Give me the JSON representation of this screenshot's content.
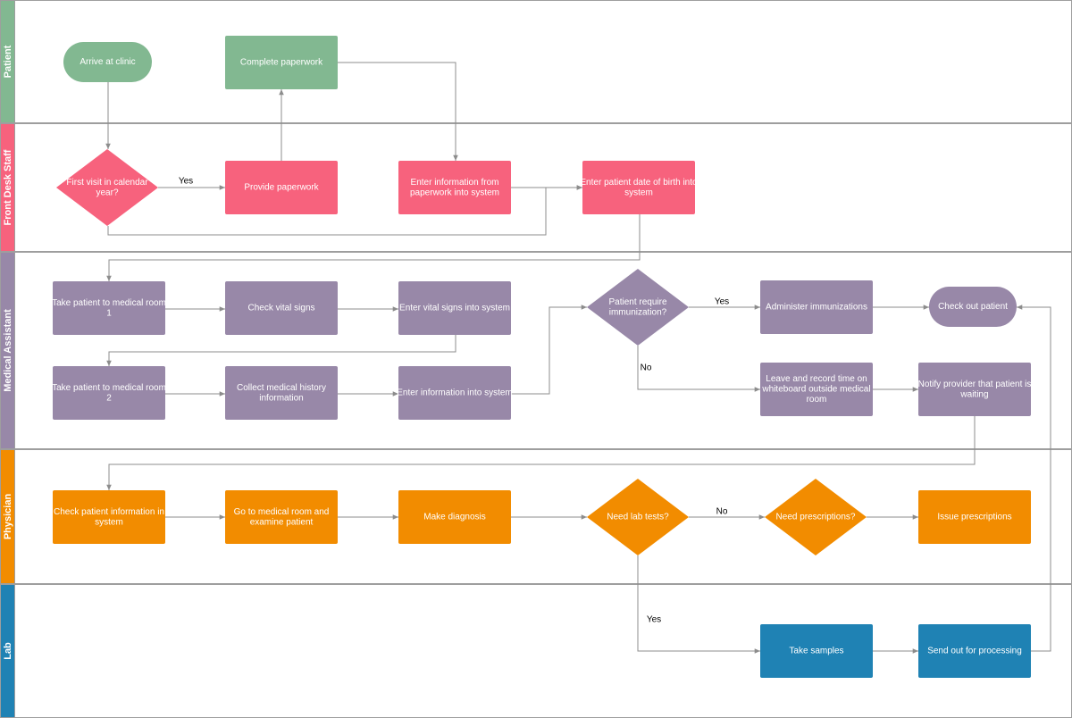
{
  "colors": {
    "patient": "#82b891",
    "front_desk": "#f7627d",
    "medical_assistant": "#9888a8",
    "physician": "#f28c00",
    "lab": "#1f82b4",
    "lane_border": "#9e9e9e",
    "edge": "#8c8c8c"
  },
  "lanes": [
    {
      "id": "patient",
      "label": "Patient"
    },
    {
      "id": "front_desk",
      "label": "Front Desk Staff"
    },
    {
      "id": "medical_assistant",
      "label": "Medical Assistant"
    },
    {
      "id": "physician",
      "label": "Physician"
    },
    {
      "id": "lab",
      "label": "Lab"
    }
  ],
  "nodes": {
    "arrive": {
      "lines": [
        "Arrive at clinic"
      ],
      "shape": "terminal",
      "lane": "patient"
    },
    "complete_paperwork": {
      "lines": [
        "Complete paperwork"
      ],
      "shape": "process",
      "lane": "patient"
    },
    "first_visit": {
      "lines": [
        "First visit in calendar",
        "year?"
      ],
      "shape": "decision",
      "lane": "front_desk"
    },
    "provide_paperwork": {
      "lines": [
        "Provide paperwork"
      ],
      "shape": "process",
      "lane": "front_desk"
    },
    "enter_info_paperwork": {
      "lines": [
        "Enter information from",
        "paperwork into system"
      ],
      "shape": "process",
      "lane": "front_desk"
    },
    "enter_dob": {
      "lines": [
        "Enter patient date of birth into",
        "system"
      ],
      "shape": "process",
      "lane": "front_desk"
    },
    "take_room_1": {
      "lines": [
        "Take patient to medical room",
        "1"
      ],
      "shape": "process",
      "lane": "medical_assistant"
    },
    "check_vitals": {
      "lines": [
        "Check vital signs"
      ],
      "shape": "process",
      "lane": "medical_assistant"
    },
    "enter_vitals": {
      "lines": [
        "Enter vital signs into system"
      ],
      "shape": "process",
      "lane": "medical_assistant"
    },
    "require_immunization": {
      "lines": [
        "Patient require",
        "immunization?"
      ],
      "shape": "decision",
      "lane": "medical_assistant"
    },
    "administer_immunizations": {
      "lines": [
        "Administer immunizations"
      ],
      "shape": "process",
      "lane": "medical_assistant"
    },
    "check_out": {
      "lines": [
        "Check out patient"
      ],
      "shape": "terminal",
      "lane": "medical_assistant"
    },
    "take_room_2": {
      "lines": [
        "Take patient to medical room",
        "2"
      ],
      "shape": "process",
      "lane": "medical_assistant"
    },
    "collect_history": {
      "lines": [
        "Collect medical history",
        "information"
      ],
      "shape": "process",
      "lane": "medical_assistant"
    },
    "enter_info_system": {
      "lines": [
        "Enter information into system"
      ],
      "shape": "process",
      "lane": "medical_assistant"
    },
    "leave_record_time": {
      "lines": [
        "Leave and record time on",
        "whiteboard outside medical",
        "room"
      ],
      "shape": "process",
      "lane": "medical_assistant"
    },
    "notify_provider": {
      "lines": [
        "Notify provider that patient is",
        "waiting"
      ],
      "shape": "process",
      "lane": "medical_assistant"
    },
    "check_patient_info": {
      "lines": [
        "Check patient information in",
        "system"
      ],
      "shape": "process",
      "lane": "physician"
    },
    "go_to_room": {
      "lines": [
        "Go to medical room and",
        "examine patient"
      ],
      "shape": "process",
      "lane": "physician"
    },
    "make_diagnosis": {
      "lines": [
        "Make diagnosis"
      ],
      "shape": "process",
      "lane": "physician"
    },
    "need_lab_tests": {
      "lines": [
        "Need lab tests?"
      ],
      "shape": "decision",
      "lane": "physician"
    },
    "need_prescriptions": {
      "lines": [
        "Need prescriptions?"
      ],
      "shape": "decision",
      "lane": "physician"
    },
    "issue_prescriptions": {
      "lines": [
        "Issue prescriptions"
      ],
      "shape": "process",
      "lane": "physician"
    },
    "take_samples": {
      "lines": [
        "Take samples"
      ],
      "shape": "process",
      "lane": "lab"
    },
    "send_out": {
      "lines": [
        "Send out for processing"
      ],
      "shape": "process",
      "lane": "lab"
    }
  },
  "edges": [
    {
      "id": "arrive_to_first_visit",
      "from": "arrive",
      "to": "first_visit",
      "label": ""
    },
    {
      "id": "first_visit_yes",
      "from": "first_visit",
      "to": "provide_paperwork",
      "label": "Yes"
    },
    {
      "id": "first_visit_no",
      "from": "first_visit",
      "to": "enter_dob",
      "label": ""
    },
    {
      "id": "provide_to_complete",
      "from": "provide_paperwork",
      "to": "complete_paperwork",
      "label": ""
    },
    {
      "id": "complete_to_enter_info",
      "from": "complete_paperwork",
      "to": "enter_info_paperwork",
      "label": ""
    },
    {
      "id": "enter_info_to_dob",
      "from": "enter_info_paperwork",
      "to": "enter_dob",
      "label": ""
    },
    {
      "id": "dob_to_room_1",
      "from": "enter_dob",
      "to": "take_room_1",
      "label": ""
    },
    {
      "id": "room_1_to_vitals",
      "from": "take_room_1",
      "to": "check_vitals",
      "label": ""
    },
    {
      "id": "vitals_to_enter_vitals",
      "from": "check_vitals",
      "to": "enter_vitals",
      "label": ""
    },
    {
      "id": "enter_vitals_to_room_2",
      "from": "enter_vitals",
      "to": "take_room_2",
      "label": ""
    },
    {
      "id": "room_2_to_history",
      "from": "take_room_2",
      "to": "collect_history",
      "label": ""
    },
    {
      "id": "history_to_enter_info",
      "from": "collect_history",
      "to": "enter_info_system",
      "label": ""
    },
    {
      "id": "enter_info_to_immunization",
      "from": "enter_info_system",
      "to": "require_immunization",
      "label": ""
    },
    {
      "id": "immunization_yes",
      "from": "require_immunization",
      "to": "administer_immunizations",
      "label": "Yes"
    },
    {
      "id": "immunization_no",
      "from": "require_immunization",
      "to": "leave_record_time",
      "label": "No"
    },
    {
      "id": "administer_to_checkout",
      "from": "administer_immunizations",
      "to": "check_out",
      "label": ""
    },
    {
      "id": "leave_to_notify",
      "from": "leave_record_time",
      "to": "notify_provider",
      "label": ""
    },
    {
      "id": "notify_to_check_info",
      "from": "notify_provider",
      "to": "check_patient_info",
      "label": ""
    },
    {
      "id": "check_info_to_room",
      "from": "check_patient_info",
      "to": "go_to_room",
      "label": ""
    },
    {
      "id": "room_to_diagnosis",
      "from": "go_to_room",
      "to": "make_diagnosis",
      "label": ""
    },
    {
      "id": "diagnosis_to_lab_tests",
      "from": "make_diagnosis",
      "to": "need_lab_tests",
      "label": ""
    },
    {
      "id": "lab_tests_no",
      "from": "need_lab_tests",
      "to": "need_prescriptions",
      "label": "No"
    },
    {
      "id": "lab_tests_yes",
      "from": "need_lab_tests",
      "to": "take_samples",
      "label": "Yes"
    },
    {
      "id": "prescriptions_to_issue",
      "from": "need_prescriptions",
      "to": "issue_prescriptions",
      "label": ""
    },
    {
      "id": "samples_to_send",
      "from": "take_samples",
      "to": "send_out",
      "label": ""
    },
    {
      "id": "send_to_checkout",
      "from": "send_out",
      "to": "check_out",
      "label": ""
    }
  ]
}
